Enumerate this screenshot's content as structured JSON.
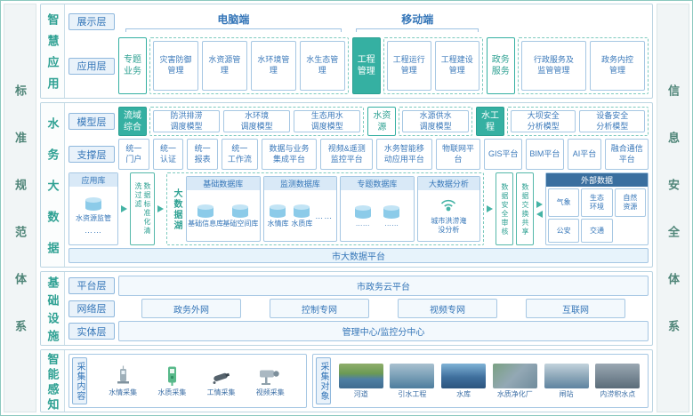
{
  "colors": {
    "accent_teal": "#35b0a2",
    "accent_blue": "#3576b8",
    "external_header_blue": "#3a6f9f",
    "cylinder_blue": "#8ccbe9"
  },
  "frame": {
    "left_bar": "标准规范体系",
    "right_bar": "信息安全体系"
  },
  "smart_app": {
    "section_label": "智慧应用",
    "display_layer_label": "展示层",
    "pc_label": "电脑端",
    "mobile_label": "移动端",
    "app_layer_label": "应用层",
    "groups": [
      {
        "tag": "专题\n业务",
        "items": [
          "灾害防御\n管理",
          "水资源管理",
          "水环境管理",
          "水生态管理"
        ]
      },
      {
        "tag": "工程\n管理",
        "items": [
          "工程运行\n管理",
          "工程建设\n管理"
        ]
      },
      {
        "tag": "政务\n服务",
        "items": [
          "行政服务及\n监管管理",
          "政务内控\n管理"
        ]
      }
    ]
  },
  "big_data": {
    "section_label": "水务大数据",
    "model_layer_label": "模型层",
    "model_groups": [
      {
        "tag": "流域\n综合",
        "items": [
          "防洪排涝\n调度模型",
          "水环境\n调度模型",
          "生态用水\n调度模型"
        ]
      },
      {
        "tag": "水资源",
        "items": [
          "水源供水\n调度模型"
        ]
      },
      {
        "tag": "水工程",
        "items": [
          "大坝安全\n分析模型",
          "设备安全\n分析模型"
        ]
      }
    ],
    "support_layer_label": "支撑层",
    "support_items": [
      "统一\n门户",
      "统一\n认证",
      "统一\n报表",
      "统一\n工作流",
      "数据与业务\n集成平台",
      "视频&遥测\n监控平台",
      "水务智能移\n动应用平台",
      "物联网平台",
      "GIS平台",
      "BIM平台",
      "AI平台",
      "融合通信\n平台"
    ],
    "app_lib": {
      "title": "应用库",
      "db_label": "水资源监管",
      "more": "……"
    },
    "filter_label": "数据标准化清洗过滤",
    "lake": {
      "label": "大数据湖",
      "base_db": {
        "title": "基础数据库",
        "dbs": [
          "基础信息库",
          "基础空间库"
        ]
      },
      "monitor_db": {
        "title": "监测数据库",
        "dbs": [
          "水情库",
          "水质库"
        ],
        "more": "……"
      },
      "theme_db": {
        "title": "专题数据库",
        "dbs": [
          "……",
          "……"
        ]
      },
      "analysis": {
        "title": "大数据分析",
        "item": "城市洪涝淹\n没分析"
      }
    },
    "audit_label": "数据安全审核",
    "exchange_label": "数据交换共享",
    "external": {
      "title": "外部数据",
      "items": [
        "气象",
        "生态\n环境",
        "自然\n资源",
        "公安",
        "交通"
      ]
    },
    "platform_bar": "市大数据平台"
  },
  "infra": {
    "section_label": "基础设施",
    "platform_layer_label": "平台层",
    "platform_item": "市政务云平台",
    "network_layer_label": "网络层",
    "network_items": [
      "政务外网",
      "控制专网",
      "视频专网",
      "互联网"
    ],
    "entity_layer_label": "实体层",
    "entity_item": "管理中心/监控分中心"
  },
  "sensing": {
    "section_label": "智能感知",
    "content_label": "采集内容",
    "content_items": [
      "水情采集",
      "水质采集",
      "工情采集",
      "视频采集"
    ],
    "object_label": "采集对象",
    "object_items": [
      "河道",
      "引水工程",
      "水库",
      "水质净化厂",
      "闸站",
      "内涝积水点"
    ]
  }
}
